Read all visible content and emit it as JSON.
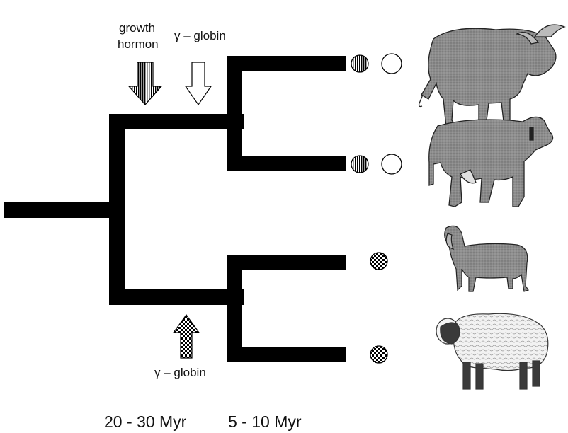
{
  "labels": {
    "growth_line1": "growth",
    "growth_line2": "hormon",
    "gamma_top": "γ – globin",
    "gamma_bottom": "γ – globin",
    "time_left": "20 - 30 Myr",
    "time_right": "5 - 10 Myr"
  },
  "taxa": [
    {
      "animal": "buffalo",
      "markers": [
        "growth-hormone",
        "gamma-globin-lineage-1"
      ]
    },
    {
      "animal": "cow",
      "markers": [
        "growth-hormone",
        "gamma-globin-lineage-1"
      ]
    },
    {
      "animal": "goat",
      "markers": [
        "gamma-globin-lineage-2"
      ]
    },
    {
      "animal": "sheep",
      "markers": [
        "gamma-globin-lineage-2"
      ]
    }
  ],
  "icons": {
    "growth_arrow": "down-arrow-icon",
    "gamma_top_arrow": "down-arrow-icon",
    "gamma_bottom_arrow": "up-arrow-icon"
  },
  "colors": {
    "branch": "#000000",
    "animal_body": "#8a8a8a",
    "background": "#ffffff"
  }
}
